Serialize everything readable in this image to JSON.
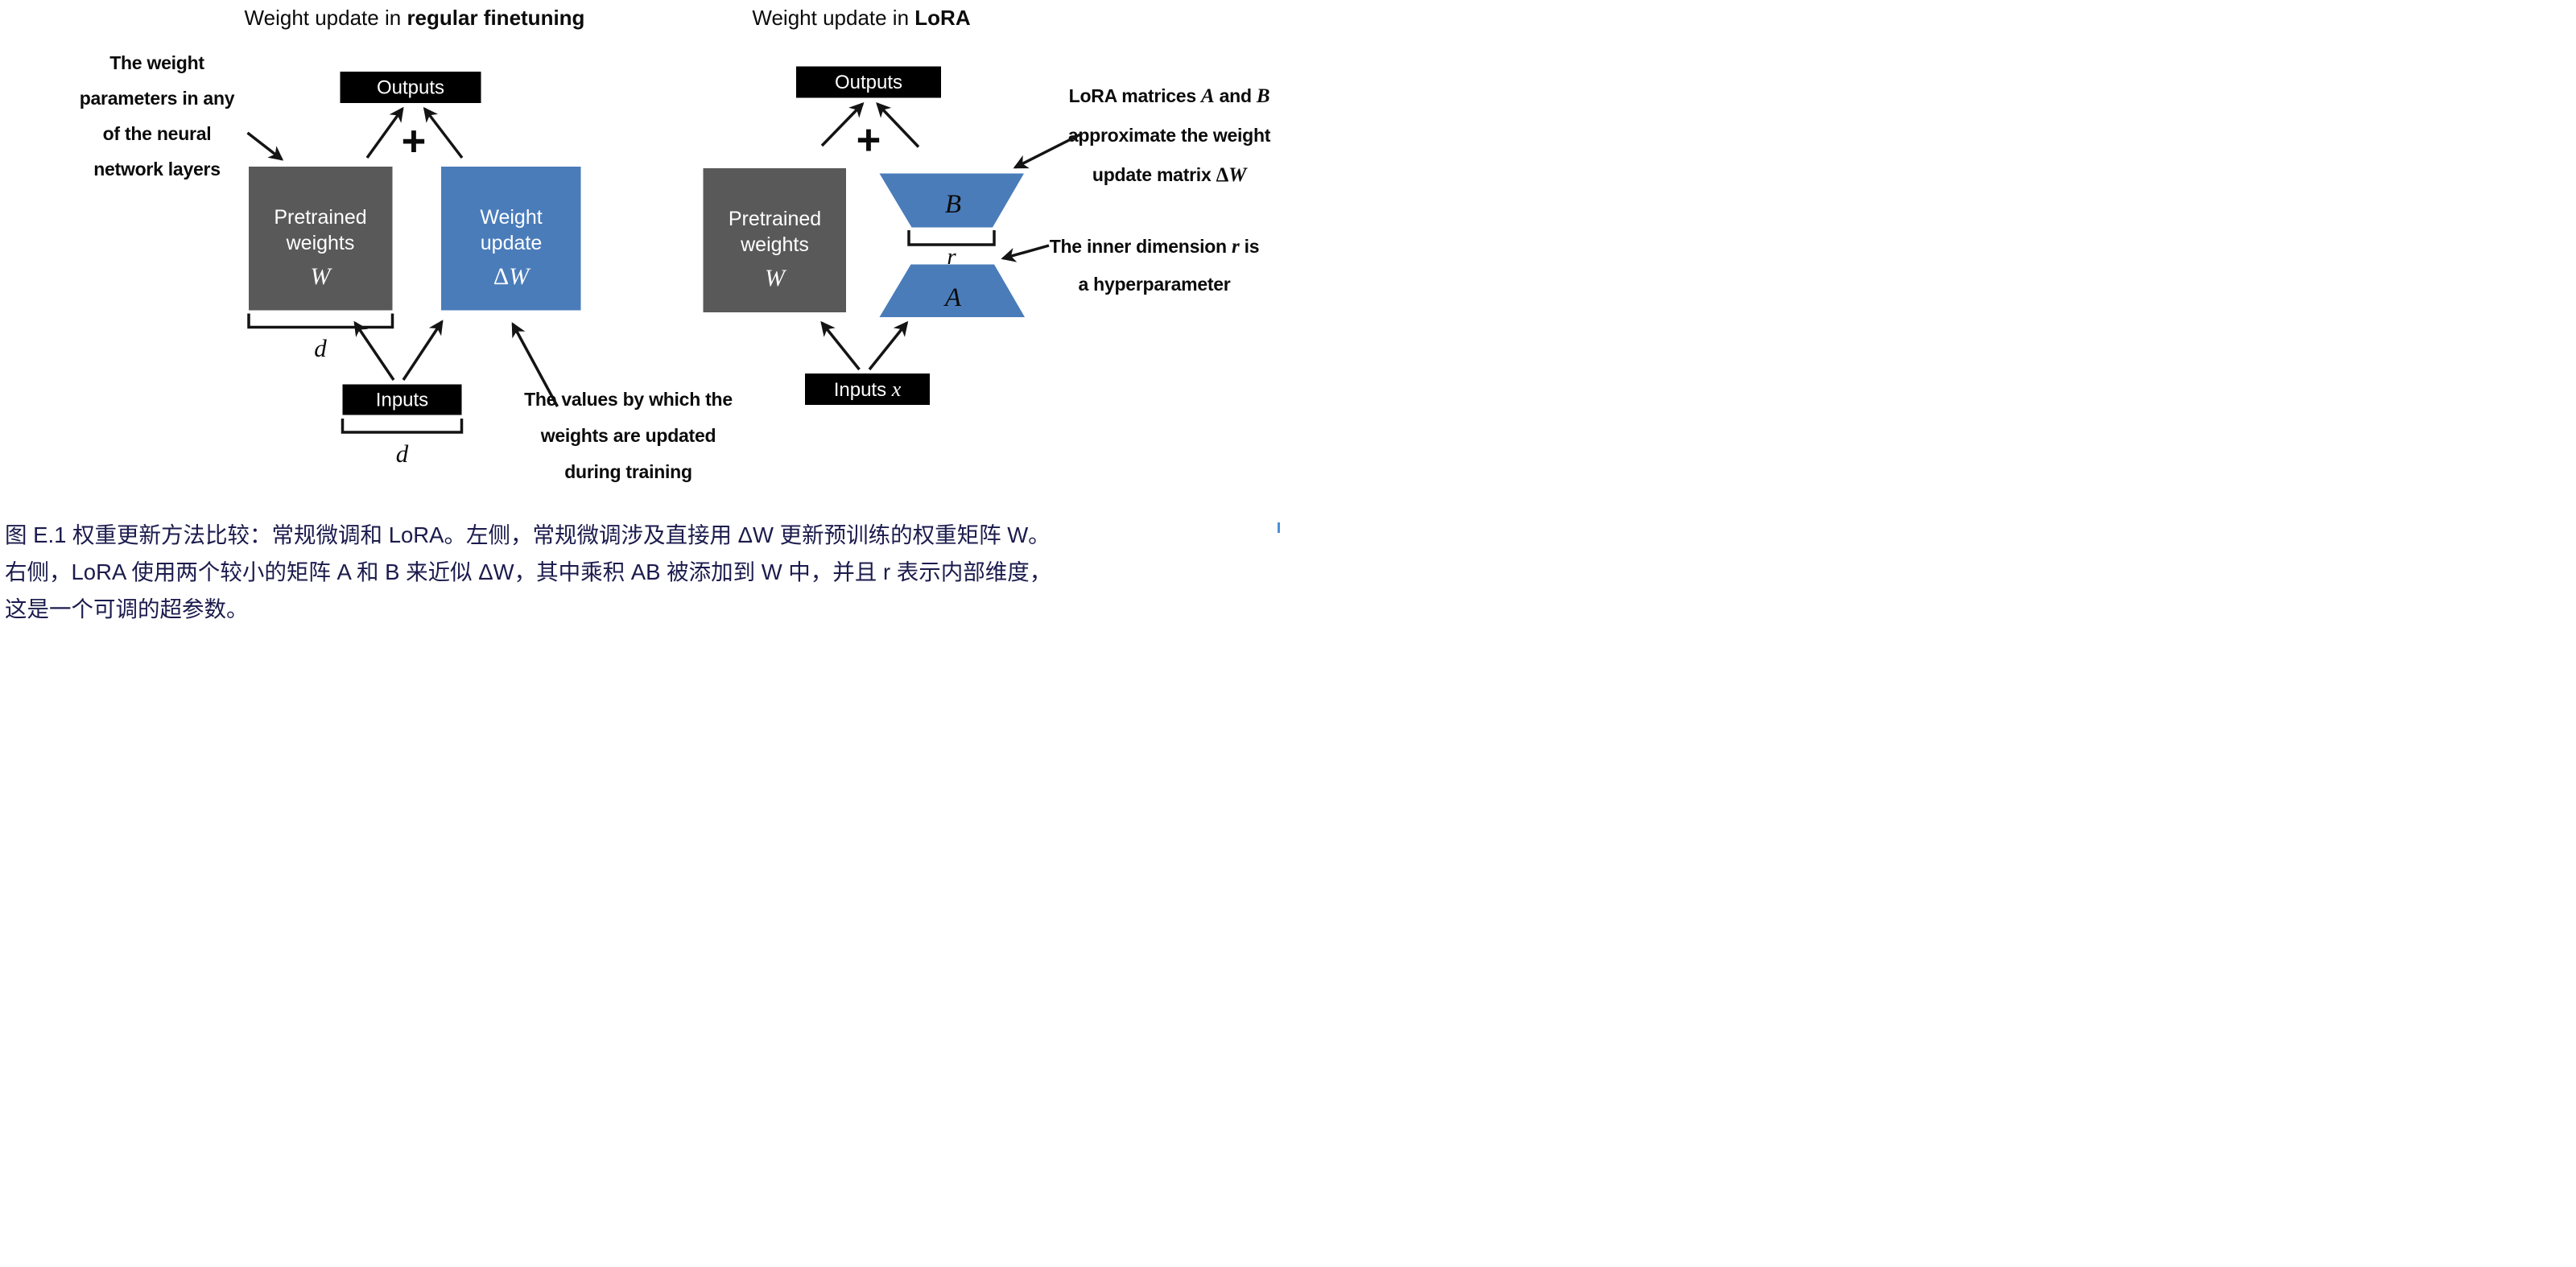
{
  "figure": {
    "left": {
      "title": {
        "normal": "Weight update in ",
        "bold": "regular finetuning"
      },
      "weight_params_note": {
        "line1": "The weight",
        "line2": "parameters in any",
        "line3": "of the neural",
        "line4": "network layers"
      },
      "outputs_label": "Outputs",
      "plus_sign": "+",
      "pretrained_box": {
        "line1": "Pretrained",
        "line2": "weights",
        "symbol": "W"
      },
      "weight_update_box": {
        "line1": "Weight",
        "line2": "update",
        "symbol_delta": "Δ",
        "symbol_w": "W"
      },
      "dim_label_weights": "d",
      "inputs_label": "Inputs",
      "dim_label_inputs": "d",
      "values_note": {
        "line1": "The values by which the",
        "line2": "weights are updated",
        "line3": "during training"
      }
    },
    "right": {
      "title": {
        "normal": "Weight update in ",
        "bold": "LoRA"
      },
      "outputs_label": "Outputs",
      "plus_sign": "+",
      "pretrained_box": {
        "line1": "Pretrained",
        "line2": "weights",
        "symbol": "W"
      },
      "matrix_b": "B",
      "matrix_a": "A",
      "rank_label": "r",
      "inputs_label": "Inputs ",
      "inputs_symbol": "x",
      "lora_note": {
        "line1_a": "LoRA matrices ",
        "line1_b": "A",
        "line1_c": " and ",
        "line1_d": "B",
        "line2": "approximate the weight",
        "line3_a": "update matrix ",
        "line3_b": "Δ",
        "line3_c": "W"
      },
      "rank_note": {
        "line1_a": "The inner dimension ",
        "line1_b": "r",
        "line1_c": " is",
        "line2": "a hyperparameter"
      }
    }
  },
  "caption": {
    "line1": "图 E.1 权重更新方法比较：常规微调和 LoRA。左侧，常规微调涉及直接用 ΔW 更新预训练的权重矩阵 W。",
    "line2": "右侧，LoRA 使用两个较小的矩阵 A 和 B 来近似 ΔW，其中乘积 AB 被添加到 W 中，并且 r 表示内部维度，",
    "line3": "这是一个可调的超参数。"
  },
  "colors": {
    "pretrained_gray": "#595959",
    "lora_blue": "#4a7cba",
    "box_black": "#000000",
    "caption_navy": "#1b1b4d",
    "arrow_black": "#141414"
  }
}
